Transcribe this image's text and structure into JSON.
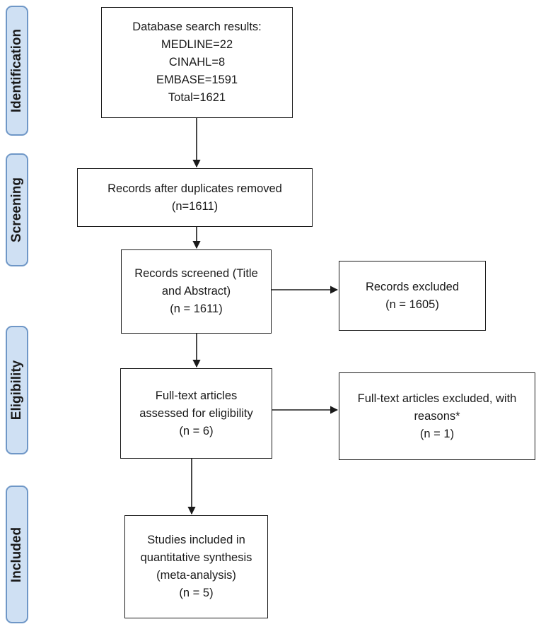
{
  "stages": {
    "identification": "Identification",
    "screening": "Screening",
    "eligibility": "Eligibility",
    "included": "Included"
  },
  "boxes": {
    "database_search": {
      "lines": [
        "Database search results:",
        "MEDLINE=22",
        "CINAHL=8",
        "EMBASE=1591",
        "Total=1621"
      ]
    },
    "duplicates_removed": {
      "lines": [
        "Records after duplicates removed",
        "(n=1611)"
      ]
    },
    "records_screened": {
      "lines": [
        "Records screened (Title",
        "and Abstract)",
        "(n = 1611)"
      ]
    },
    "records_excluded": {
      "lines": [
        "Records excluded",
        "(n = 1605)"
      ]
    },
    "fulltext_assessed": {
      "lines": [
        "Full-text articles",
        "assessed for eligibility",
        "(n = 6)"
      ]
    },
    "fulltext_excluded": {
      "lines": [
        "Full-text articles excluded, with",
        "reasons*",
        "(n = 1)"
      ]
    },
    "studies_included": {
      "lines": [
        "Studies included in",
        "quantitative synthesis",
        "(meta-analysis)",
        "(n = 5)"
      ]
    }
  },
  "colors": {
    "stage_fill": "#cfe0f3",
    "stage_border": "#6f97c7",
    "box_border": "#1a1a1a",
    "arrow": "#1a1a1a"
  }
}
